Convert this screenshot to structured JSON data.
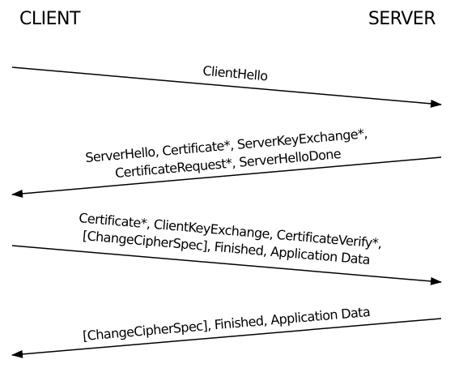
{
  "participants": {
    "client": "CLIENT",
    "server": "SERVER"
  },
  "messages": [
    {
      "direction": "client-to-server",
      "lines": [
        "ClientHello"
      ]
    },
    {
      "direction": "server-to-client",
      "lines": [
        "ServerHello, Certificate*, ServerKeyExchange*,",
        "CertificateRequest*, ServerHelloDone"
      ]
    },
    {
      "direction": "client-to-server",
      "lines": [
        "Certificate*, ClientKeyExchange, CertificateVerify*,",
        "[ChangeCipherSpec], Finished, Application Data"
      ]
    },
    {
      "direction": "server-to-client",
      "lines": [
        "[ChangeCipherSpec], Finished, Application Data"
      ]
    }
  ]
}
